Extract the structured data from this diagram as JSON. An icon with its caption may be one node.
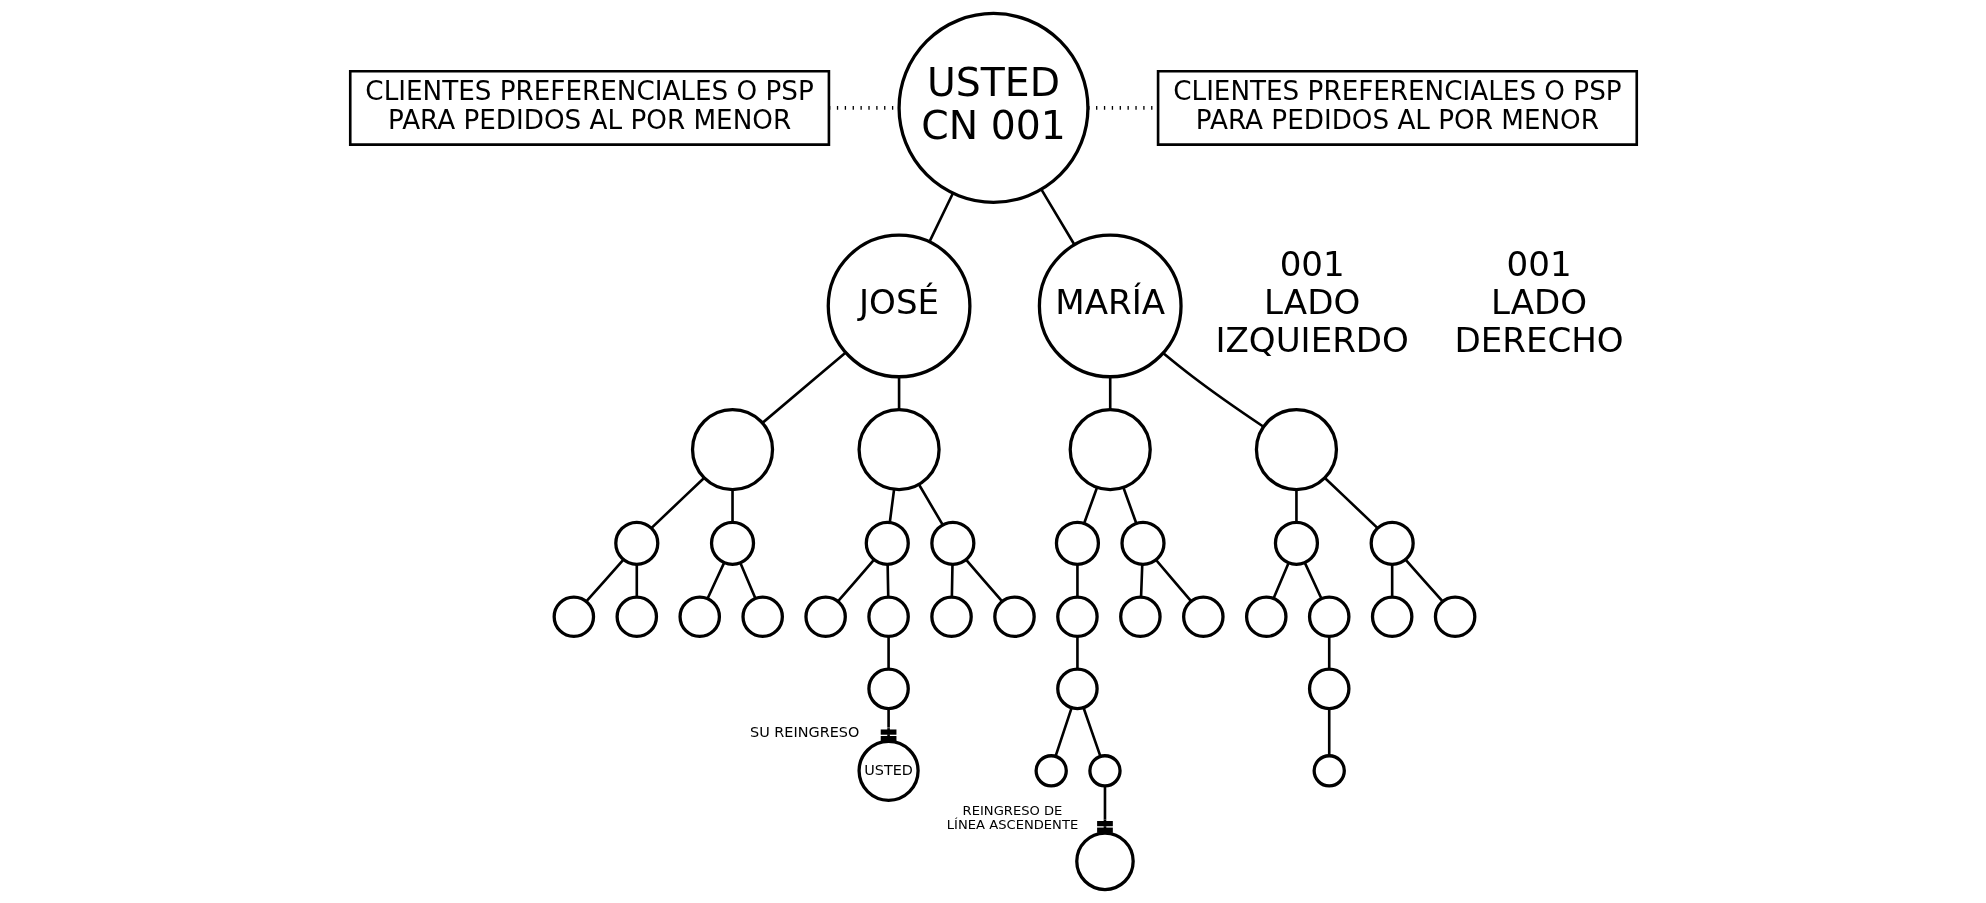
{
  "diagram": {
    "nodes": [
      {
        "text": [
          "USTED CN 001"
        ]
      },
      {
        "text": [
          "CLIENTES PREFERENCIALES O PSP PARA PEDIDOS AL POR MENOR"
        ]
      },
      {
        "text": [
          "CLIENTES PREFERENCIALES O PSP PARA PEDIDOS AL POR MENOR"
        ]
      },
      {
        "text": [
          "JOSÉ"
        ]
      },
      {
        "text": [
          "MARÍA"
        ]
      },
      {
        "text": [],
        "shape": "circle"
      },
      {
        "text": [],
        "shape": "circle"
      },
      {
        "text": [],
        "shape": "circle"
      },
      {
        "text": [],
        "shape": "circle"
      },
      {
        "text": [],
        "shape": "circle"
      },
      {
        "text": [],
        "shape": "circle"
      },
      {
        "text": [],
        "shape": "circle"
      },
      {
        "text": [],
        "shape": "circle"
      },
      {
        "text": [],
        "shape": "circle"
      },
      {
        "text": [],
        "shape": "circle"
      },
      {
        "text": [],
        "shape": "circle"
      },
      {
        "text": [],
        "shape": "circle"
      },
      {
        "text": [],
        "shape": "circle"
      },
      {
        "text": [],
        "shape": "circle"
      },
      {
        "text": [],
        "shape": "circle"
      },
      {
        "text": [],
        "shape": "circle"
      },
      {
        "text": [],
        "shape": "circle"
      },
      {
        "text": [],
        "shape": "circle"
      },
      {
        "text": [],
        "shape": "circle"
      },
      {
        "text": [],
        "shape": "circle"
      },
      {
        "text": [],
        "shape": "circle"
      },
      {
        "text": [],
        "shape": "circle"
      },
      {
        "text": [],
        "shape": "circle"
      },
      {
        "text": [],
        "shape": "circle"
      },
      {
        "text": [],
        "shape": "circle"
      },
      {
        "text": [],
        "shape": "circle"
      },
      {
        "text": [],
        "shape": "circle"
      },
      {
        "text": [],
        "shape": "circle"
      },
      {
        "text": [],
        "shape": "circle"
      },
      {
        "text": [],
        "shape": "circle"
      },
      {
        "text": [
          "USTED"
        ],
        "beside": [
          "SU REINGRESO"
        ]
      },
      {
        "text": [],
        "shape": "circle"
      },
      {
        "text": [],
        "shape": "circle"
      },
      {
        "text": [],
        "shape": "circle"
      },
      {
        "text": [],
        "shape": "circle",
        "beside": [
          "REINGRESO DE LÍNEA ASCENDENTE"
        ]
      }
    ],
    "edges": [
      {
        "from": 1,
        "to": 0,
        "arrow": "none",
        "style": "dashed"
      },
      {
        "from": 0,
        "to": 2,
        "arrow": "none",
        "style": "dashed"
      },
      {
        "from": 0,
        "to": 3,
        "arrow": "none"
      },
      {
        "from": 0,
        "to": 4,
        "arrow": "none"
      },
      {
        "from": 3,
        "to": 5,
        "arrow": "none"
      },
      {
        "from": 3,
        "to": 6,
        "arrow": "none"
      },
      {
        "from": 4,
        "to": 7,
        "arrow": "none"
      },
      {
        "from": 4,
        "to": 8,
        "arrow": "none"
      },
      {
        "from": 5,
        "to": 9,
        "arrow": "none"
      },
      {
        "from": 5,
        "to": 10,
        "arrow": "none"
      },
      {
        "from": 6,
        "to": 11,
        "arrow": "none"
      },
      {
        "from": 6,
        "to": 12,
        "arrow": "none"
      },
      {
        "from": 7,
        "to": 13,
        "arrow": "none"
      },
      {
        "from": 7,
        "to": 14,
        "arrow": "none"
      },
      {
        "from": 8,
        "to": 15,
        "arrow": "none"
      },
      {
        "from": 8,
        "to": 16,
        "arrow": "none"
      },
      {
        "from": 9,
        "to": 17,
        "arrow": "none"
      },
      {
        "from": 9,
        "to": 18,
        "arrow": "none"
      },
      {
        "from": 10,
        "to": 19,
        "arrow": "none"
      },
      {
        "from": 10,
        "to": 20,
        "arrow": "none"
      },
      {
        "from": 11,
        "to": 21,
        "arrow": "none"
      },
      {
        "from": 11,
        "to": 22,
        "arrow": "none"
      },
      {
        "from": 12,
        "to": 23,
        "arrow": "none"
      },
      {
        "from": 12,
        "to": 24,
        "arrow": "none"
      },
      {
        "from": 13,
        "to": 25,
        "arrow": "none"
      },
      {
        "from": 14,
        "to": 26,
        "arrow": "none"
      },
      {
        "from": 14,
        "to": 27,
        "arrow": "none"
      },
      {
        "from": 15,
        "to": 28,
        "arrow": "none"
      },
      {
        "from": 15,
        "to": 29,
        "arrow": "none"
      },
      {
        "from": 16,
        "to": 30,
        "arrow": "none"
      },
      {
        "from": 16,
        "to": 31,
        "arrow": "none"
      },
      {
        "from": 22,
        "to": 32,
        "arrow": "none"
      },
      {
        "from": 25,
        "to": 33,
        "arrow": "none"
      },
      {
        "from": 29,
        "to": 34,
        "arrow": "none"
      },
      {
        "from": 32,
        "to": 35,
        "arrow": "other"
      },
      {
        "from": 33,
        "to": 36,
        "arrow": "none"
      },
      {
        "from": 33,
        "to": 37,
        "arrow": "none"
      },
      {
        "from": 34,
        "to": 38,
        "arrow": "none"
      },
      {
        "from": 37,
        "to": 39,
        "arrow": "other"
      }
    ],
    "labels": [
      "001 LADO IZQUIERDO",
      "001 LADO DERECHO"
    ]
  }
}
